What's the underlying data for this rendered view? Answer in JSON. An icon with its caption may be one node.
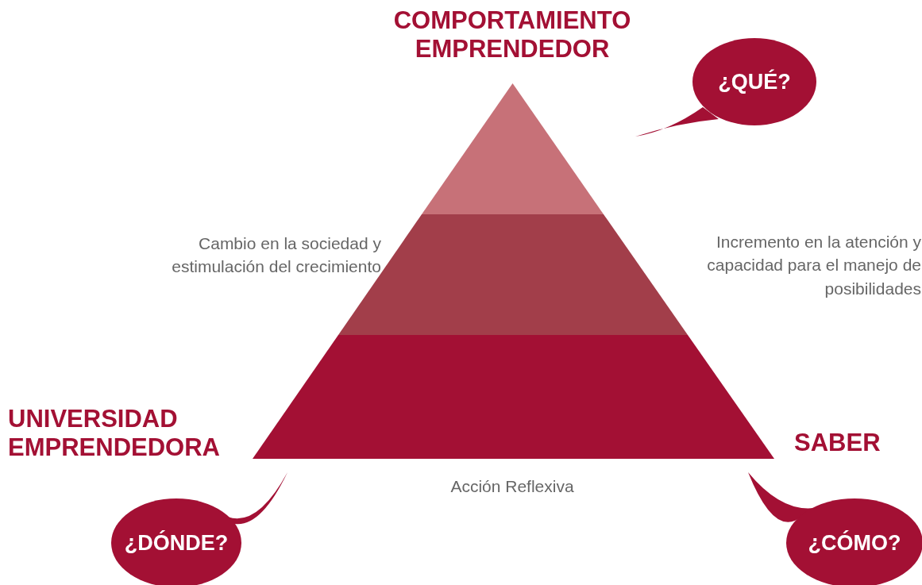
{
  "diagram": {
    "nodes": [
      {
        "text": [],
        "shape": "triangle"
      },
      {
        "text": [],
        "shape": "band"
      },
      {
        "text": [],
        "shape": "band"
      },
      {
        "text": [
          "¿QUÉ?"
        ]
      },
      {
        "text": [
          "¿DÓNDE?"
        ]
      },
      {
        "text": [
          "¿CÓMO?"
        ]
      }
    ],
    "labels": [
      "COMPORTAMIENTO EMPRENDEDOR",
      "Cambio en la sociedad y estimulación del crecimiento",
      "Incremento en la atención y capacidad para el manejo de posibilidades",
      "UNIVERSIDAD EMPRENDEDORA",
      "SABER",
      "Acción Reflexiva"
    ]
  }
}
